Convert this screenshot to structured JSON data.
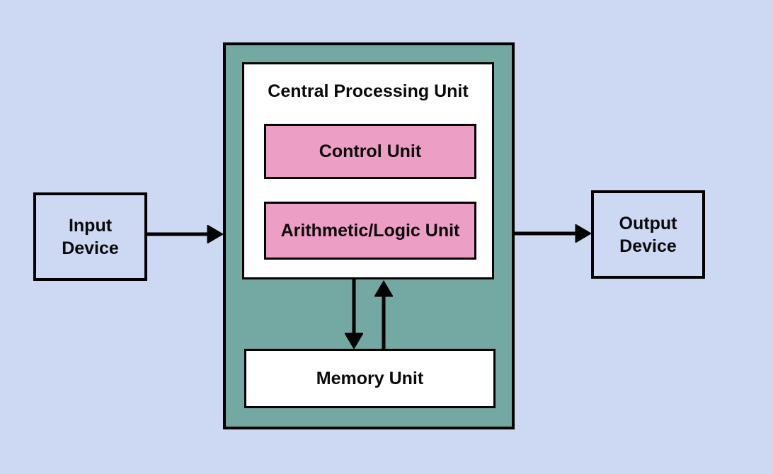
{
  "diagram": {
    "input_device_label": "Input\nDevice",
    "cpu_title": "Central Processing Unit",
    "control_unit_label": "Control Unit",
    "alu_label": "Arithmetic/Logic Unit",
    "memory_unit_label": "Memory Unit",
    "output_device_label": "Output\nDevice",
    "connections": [
      {
        "from": "Input Device",
        "to": "Central Processing Unit",
        "direction": "right"
      },
      {
        "from": "Central Processing Unit",
        "to": "Output Device",
        "direction": "right"
      },
      {
        "from": "Central Processing Unit",
        "to": "Memory Unit",
        "direction": "down"
      },
      {
        "from": "Memory Unit",
        "to": "Central Processing Unit",
        "direction": "up"
      }
    ],
    "colors": {
      "background": "#cdd9f3",
      "cpu_fill": "#74a8a2",
      "unit_fill": "#ec9ec5",
      "inner_box_fill": "#ffffff",
      "device_box_fill": "#cdd9f3",
      "line_color": "#000000"
    }
  }
}
